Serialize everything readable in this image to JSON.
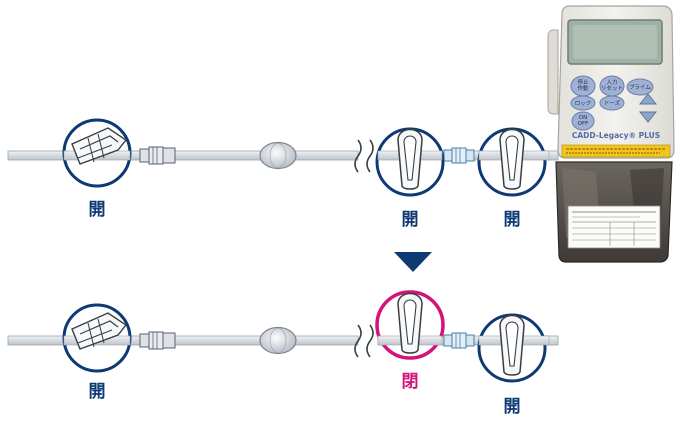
{
  "labels": {
    "open": "開",
    "closed": "閉"
  },
  "pump": {
    "brand": "CADD-Legacy® PLUS",
    "btn_stop_start": "停止\n作動",
    "btn_input": "入力\nリセット",
    "btn_prime": "プライム",
    "btn_lock": "ロック",
    "btn_dose": "ドーズ",
    "btn_onoff": "ON\nOFF"
  },
  "colors": {
    "navy": "#0e3a73",
    "magenta": "#d3137a",
    "tube": "#d8dde2",
    "tube_edge": "#8a939b",
    "pump_body": "#ecebe6",
    "screen": "#9fb1a6",
    "button": "#9fb2d6",
    "warning_strip": "#f2c51b",
    "cassette": "#5a5550"
  }
}
